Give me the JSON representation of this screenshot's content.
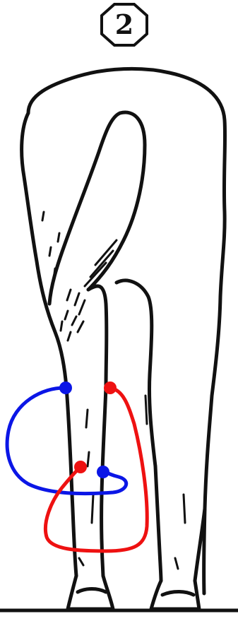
{
  "badge": {
    "label": "2"
  },
  "colors": {
    "outline": "#111111",
    "loop_blue": "#0b16e6",
    "loop_red": "#ee1111",
    "background": "#ffffff"
  },
  "icons": {
    "badge": "octagon-number-badge",
    "figure": "horse-hindquarters-rear-view-drawing",
    "ground": "ground-line"
  }
}
